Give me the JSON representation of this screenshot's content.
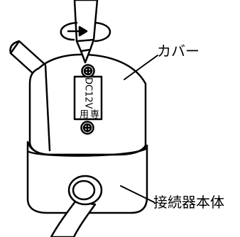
{
  "labels": {
    "cover": "カバー",
    "connector_body": "接続器本体"
  },
  "stamp": {
    "line1": "DC12V",
    "line2": "専用"
  },
  "colors": {
    "stroke": "#000000",
    "fill": "#ffffff"
  }
}
